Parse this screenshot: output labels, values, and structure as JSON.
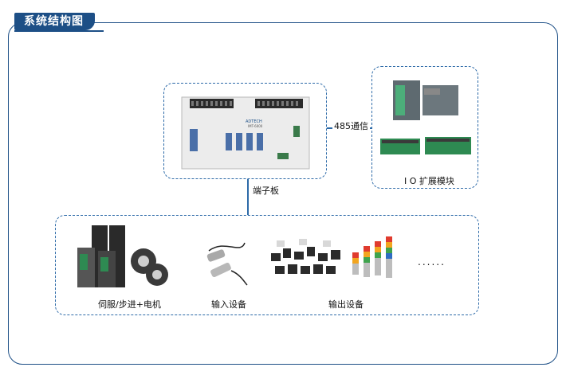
{
  "title": "系统结构图",
  "controller": {
    "brand": "ADTECH",
    "model": "IMT-6000"
  },
  "links": {
    "comm": "485通信",
    "terminal": "端子板"
  },
  "io_module": {
    "label": "I O 扩展模块"
  },
  "devices": {
    "servo": "伺服/步进+电机",
    "input": "输入设备",
    "output": "输出设备",
    "more": "......"
  },
  "colors": {
    "accent": "#1d4f86",
    "dashed": "#2d6aa8",
    "plc_green": "#4cae7a"
  }
}
